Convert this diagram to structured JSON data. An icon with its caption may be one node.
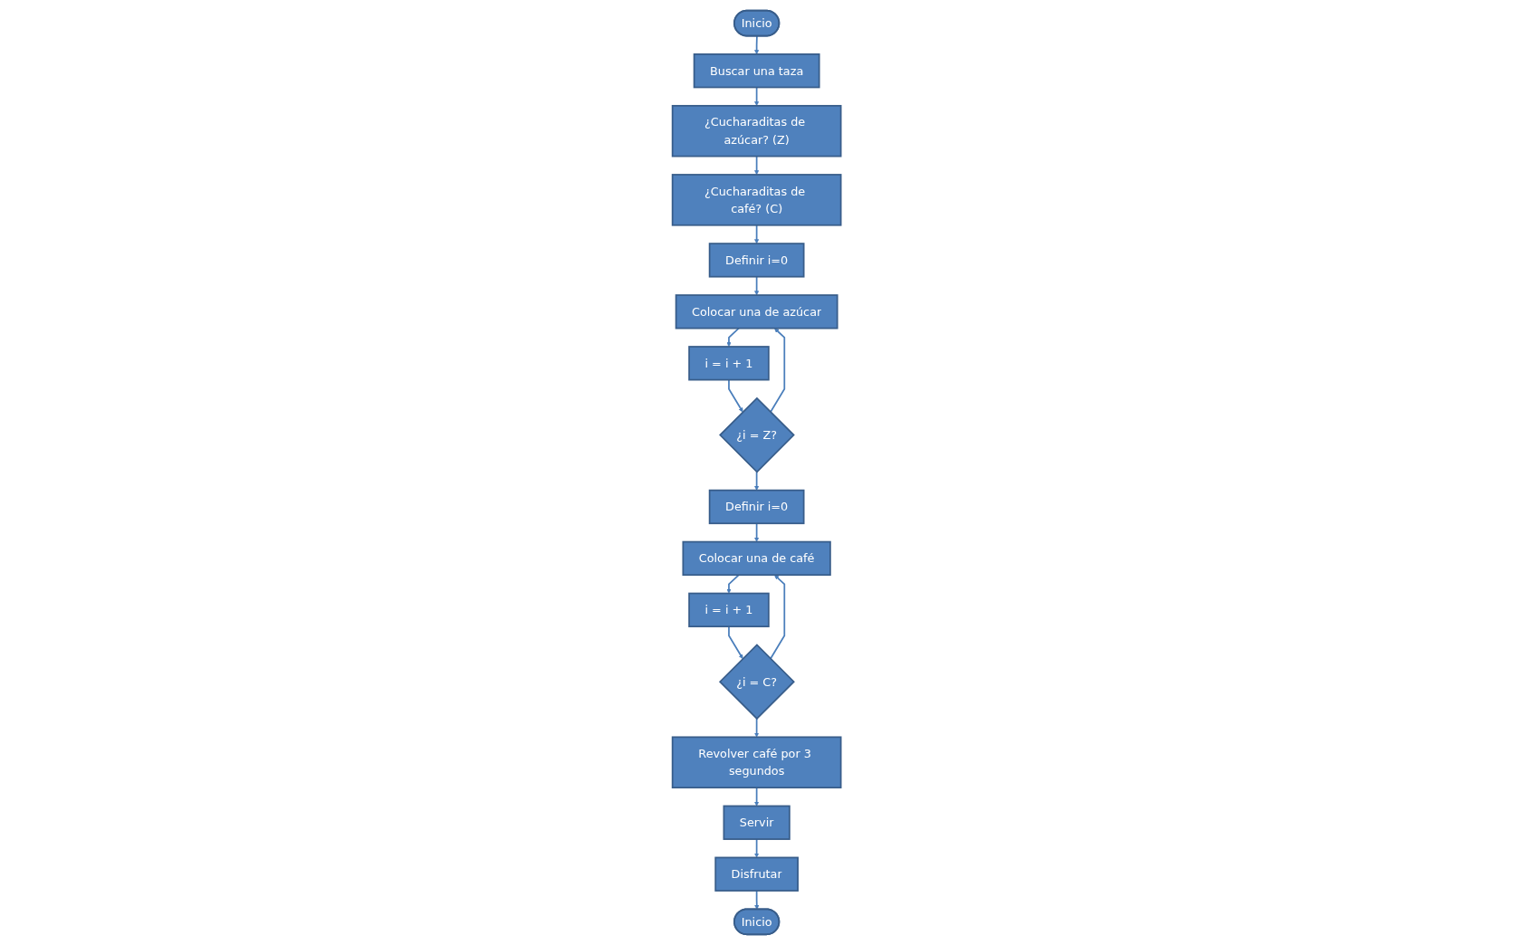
{
  "diagram": {
    "nodes": [
      {
        "text": [
          "Inicio"
        ]
      },
      {
        "text": [
          "Buscar una taza"
        ]
      },
      {
        "text": [
          "¿Cucharaditas de azúcar? (Z)"
        ]
      },
      {
        "text": [
          "¿Cucharaditas de café? (C)"
        ]
      },
      {
        "text": [
          "Definir i=0"
        ]
      },
      {
        "text": [
          "Colocar una de azúcar"
        ]
      },
      {
        "text": [
          "i = i + 1"
        ]
      },
      {
        "text": [
          "¿i = Z?"
        ]
      },
      {
        "text": [
          "Definir i=0"
        ]
      },
      {
        "text": [
          "Colocar una de café"
        ]
      },
      {
        "text": [
          "i = i + 1"
        ]
      },
      {
        "text": [
          "¿i = C?"
        ]
      },
      {
        "text": [
          "Revolver café por 3 segundos"
        ]
      },
      {
        "text": [
          "Servir"
        ]
      },
      {
        "text": [
          "Disfrutar"
        ]
      },
      {
        "text": [
          "Inicio"
        ]
      }
    ],
    "edges": [
      {
        "from": 0,
        "to": 1,
        "arrow": "to"
      },
      {
        "from": 1,
        "to": 2,
        "arrow": "to"
      },
      {
        "from": 2,
        "to": 3,
        "arrow": "to"
      },
      {
        "from": 3,
        "to": 4,
        "arrow": "to"
      },
      {
        "from": 4,
        "to": 5,
        "arrow": "to"
      },
      {
        "from": 5,
        "to": 6,
        "arrow": "to"
      },
      {
        "from": 6,
        "to": 7,
        "arrow": "to"
      },
      {
        "from": 7,
        "to": 5,
        "arrow": "to"
      },
      {
        "from": 7,
        "to": 8,
        "arrow": "to"
      },
      {
        "from": 8,
        "to": 9,
        "arrow": "to"
      },
      {
        "from": 9,
        "to": 10,
        "arrow": "to"
      },
      {
        "from": 10,
        "to": 11,
        "arrow": "to"
      },
      {
        "from": 11,
        "to": 9,
        "arrow": "to"
      },
      {
        "from": 11,
        "to": 12,
        "arrow": "to"
      },
      {
        "from": 12,
        "to": 13,
        "arrow": "to"
      },
      {
        "from": 13,
        "to": 14,
        "arrow": "to"
      },
      {
        "from": 14,
        "to": 15,
        "arrow": "to"
      }
    ]
  }
}
